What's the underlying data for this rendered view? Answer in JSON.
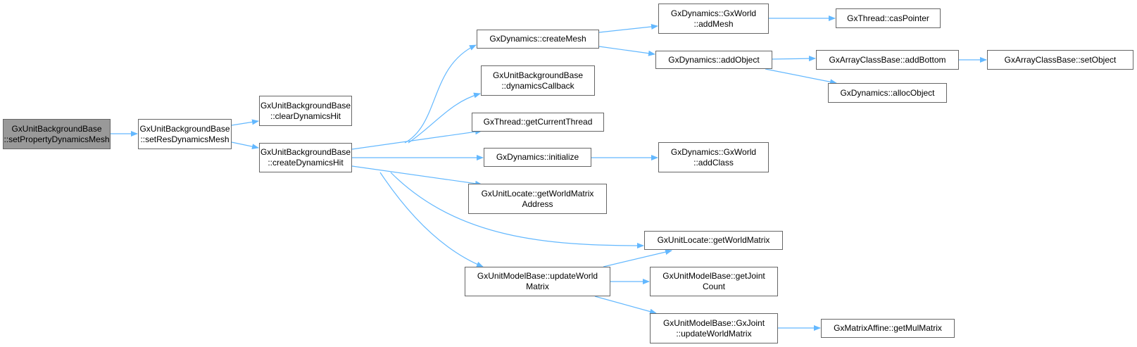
{
  "edge_color": "#63b8ff",
  "nodes": {
    "n0": {
      "line1": "GxUnitBackgroundBase",
      "line2": "::setPropertyDynamicsMesh"
    },
    "n1": {
      "line1": "GxUnitBackgroundBase",
      "line2": "::setResDynamicsMesh"
    },
    "n2": {
      "line1": "GxUnitBackgroundBase",
      "line2": "::clearDynamicsHit"
    },
    "n3": {
      "line1": "GxUnitBackgroundBase",
      "line2": "::createDynamicsHit"
    },
    "createMesh": {
      "line1": "GxDynamics::createMesh"
    },
    "dynamicsCallback": {
      "line1": "GxUnitBackgroundBase",
      "line2": "::dynamicsCallback"
    },
    "getCurrentThread": {
      "line1": "GxThread::getCurrentThread"
    },
    "initialize": {
      "line1": "GxDynamics::initialize"
    },
    "getWorldMatrixAddress": {
      "line1": "GxUnitLocate::getWorldMatrix",
      "line2": "Address"
    },
    "getWorldMatrix": {
      "line1": "GxUnitLocate::getWorldMatrix"
    },
    "updateWorldMatrix": {
      "line1": "GxUnitModelBase::updateWorld",
      "line2": "Matrix"
    },
    "addMesh": {
      "line1": "GxDynamics::GxWorld",
      "line2": "::addMesh"
    },
    "addObject": {
      "line1": "GxDynamics::addObject"
    },
    "addClass": {
      "line1": "GxDynamics::GxWorld",
      "line2": "::addClass"
    },
    "getJointCount": {
      "line1": "GxUnitModelBase::getJoint",
      "line2": "Count"
    },
    "jointUpdateWorldMatrix": {
      "line1": "GxUnitModelBase::GxJoint",
      "line2": "::updateWorldMatrix"
    },
    "casPointer": {
      "line1": "GxThread::casPointer"
    },
    "addBottom": {
      "line1": "GxArrayClassBase::addBottom"
    },
    "allocObject": {
      "line1": "GxDynamics::allocObject"
    },
    "setObject": {
      "line1": "GxArrayClassBase::setObject"
    },
    "getMulMatrix": {
      "line1": "GxMatrixAffine::getMulMatrix"
    }
  }
}
